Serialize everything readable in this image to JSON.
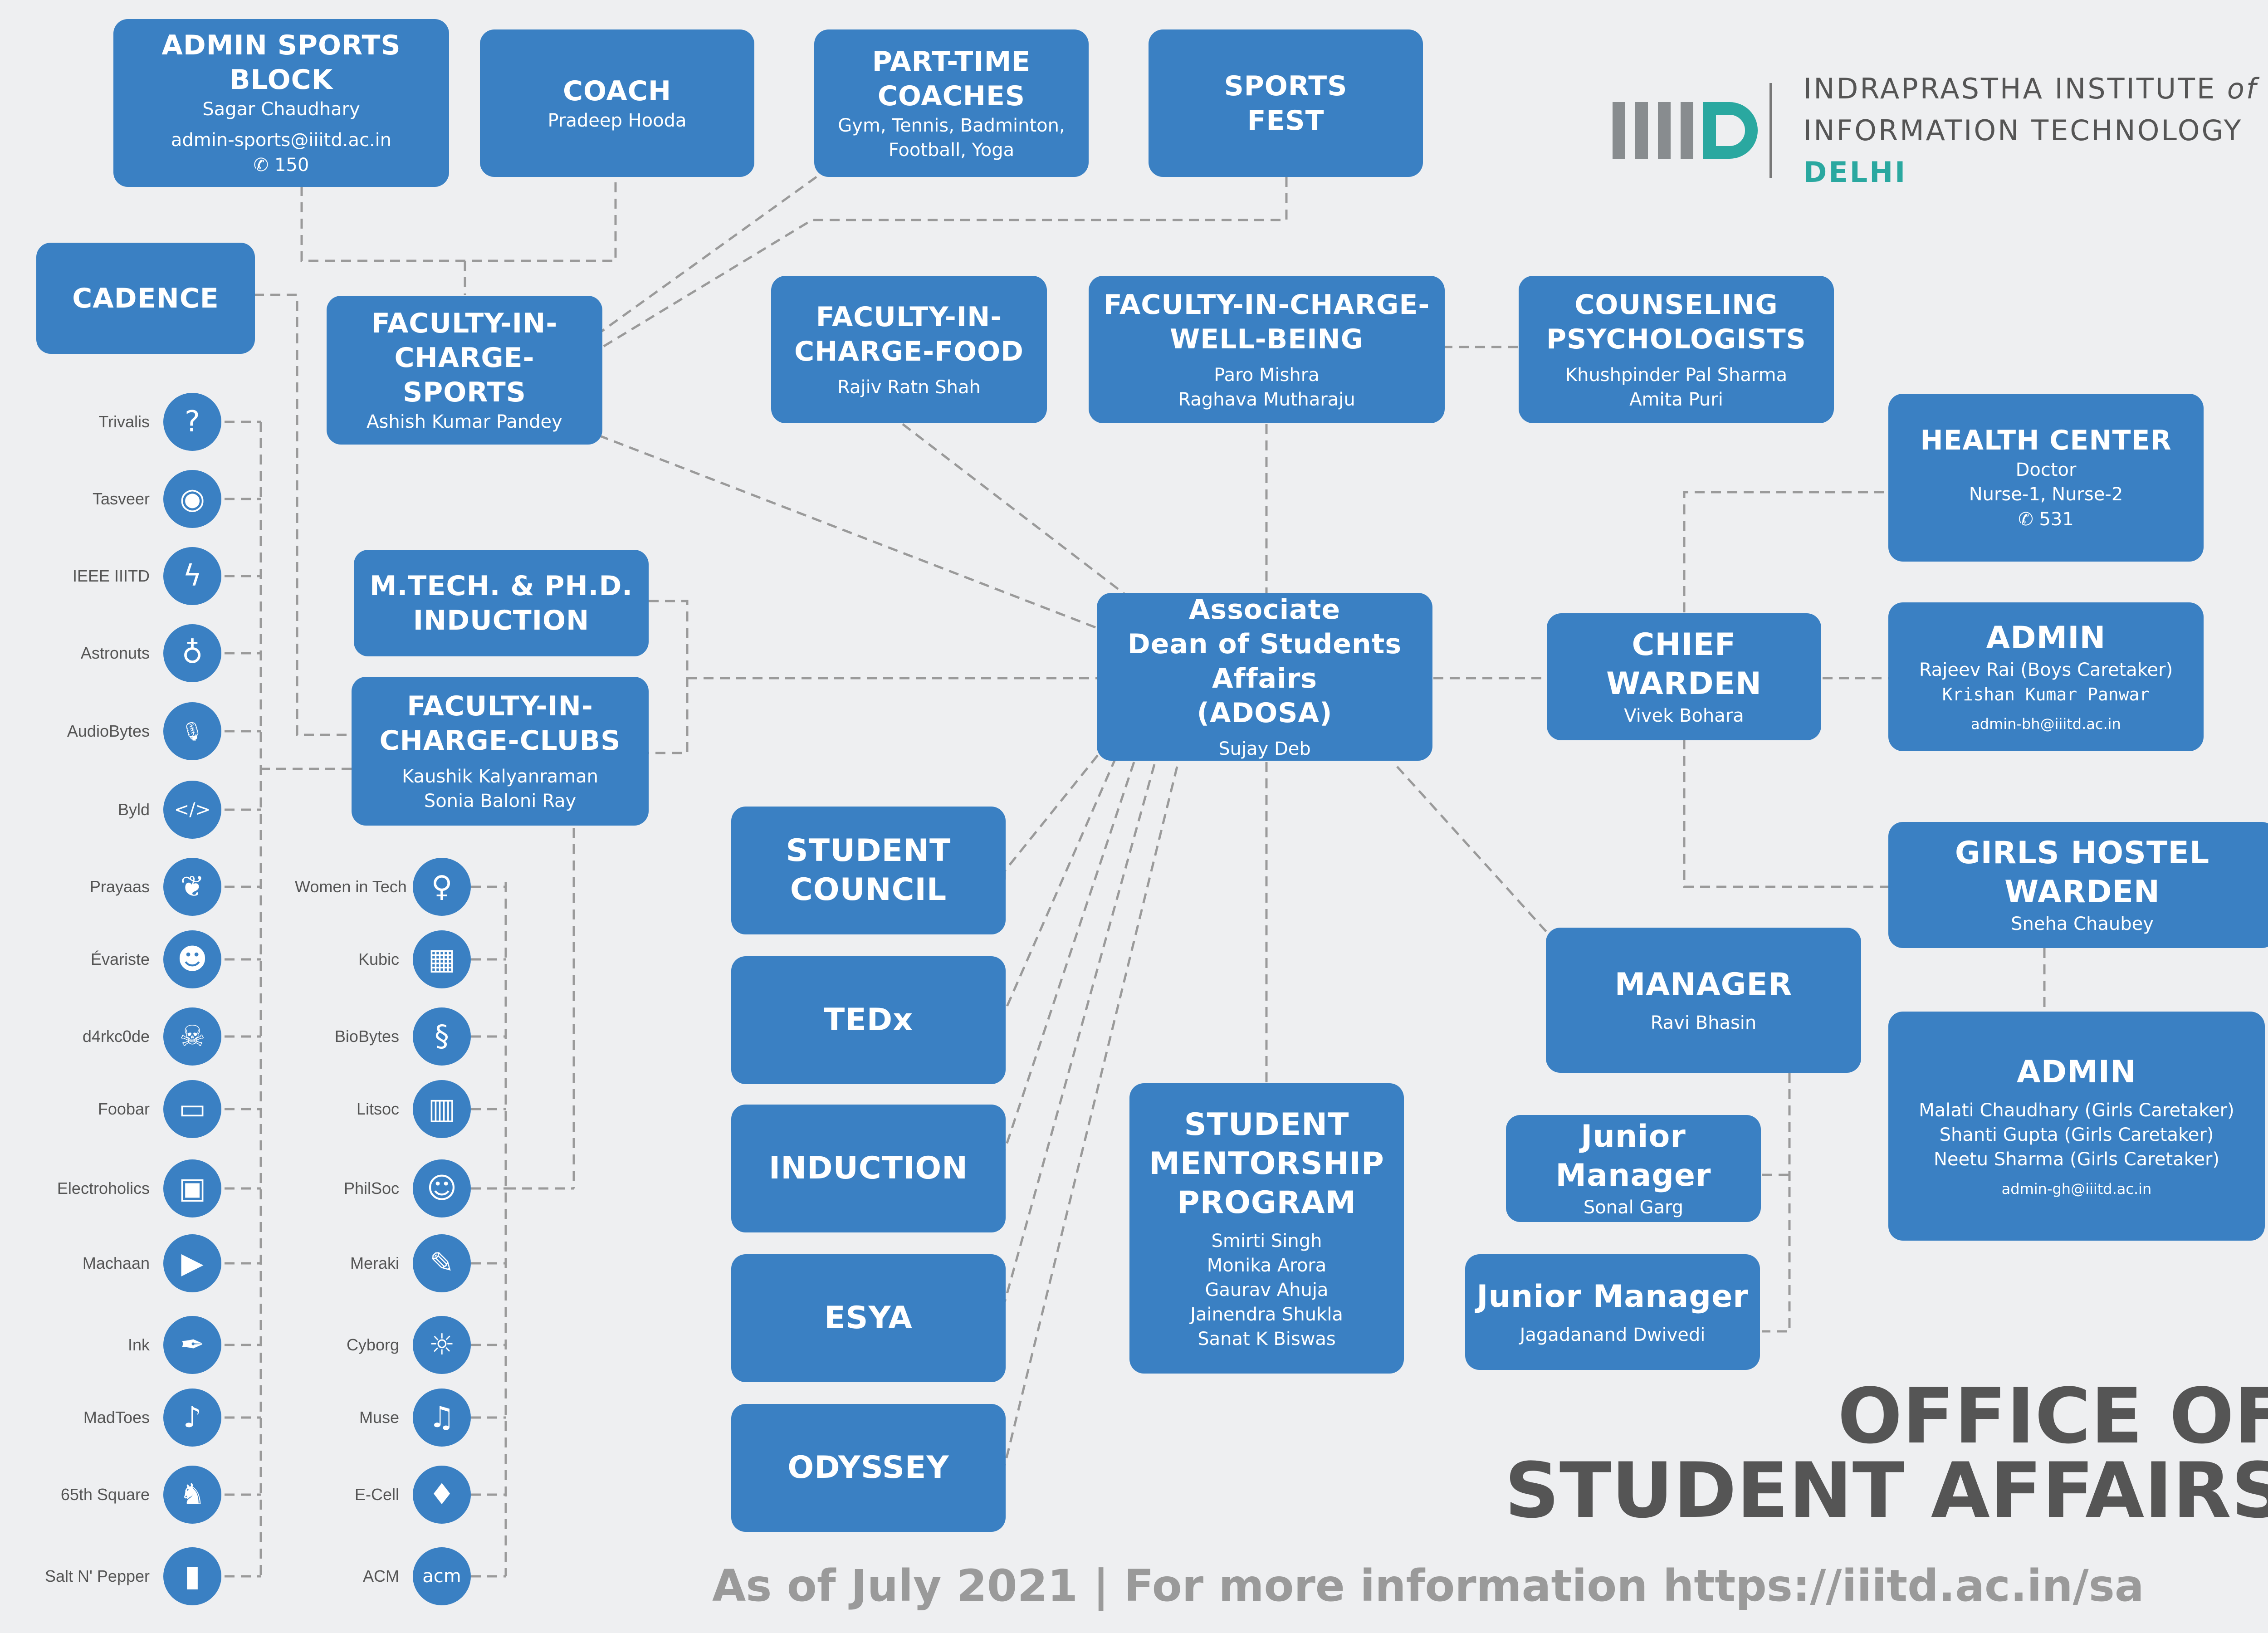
{
  "logo": {
    "line1": "INDRAPRASTHA INSTITUTE ",
    "line1_italic": "of",
    "line2": "INFORMATION TECHNOLOGY ",
    "line2_bold": "DELHI"
  },
  "office_title": "OFFICE OF\nSTUDENT AFFAIRS",
  "footer": "As of July 2021  |  For more information https://iiitd.ac.in/sa",
  "nodes": {
    "admin_sports": {
      "title": "ADMIN SPORTS BLOCK",
      "name": "Sagar Chaudhary",
      "email": "admin-sports@iiitd.ac.in",
      "phone": "150"
    },
    "coach": {
      "title": "COACH",
      "name": "Pradeep Hooda"
    },
    "parttime": {
      "title": "PART-TIME\nCOACHES",
      "name": "Gym, Tennis, Badminton,\nFootball, Yoga"
    },
    "sportsfest": {
      "title": "SPORTS\nFEST"
    },
    "cadence": {
      "title": "CADENCE"
    },
    "fic_sports": {
      "title": "FACULTY-IN-\nCHARGE-SPORTS",
      "name": "Ashish Kumar Pandey"
    },
    "fic_food": {
      "title": "FACULTY-IN-\nCHARGE-FOOD",
      "name": "Rajiv Ratn Shah"
    },
    "fic_wellbeing": {
      "title": "FACULTY-IN-CHARGE-\nWELL-BEING",
      "name": "Paro Mishra\nRaghava Mutharaju"
    },
    "counseling": {
      "title": "COUNSELING\nPSYCHOLOGISTS",
      "name": "Khushpinder Pal Sharma\nAmita Puri"
    },
    "health": {
      "title": "HEALTH CENTER",
      "name": "Doctor\nNurse-1, Nurse-2",
      "phone": "531"
    },
    "mtech": {
      "title": "M.TECH. & PH.D.\nINDUCTION"
    },
    "fic_clubs": {
      "title": "FACULTY-IN-\nCHARGE-CLUBS",
      "name": "Kaushik Kalyanraman\nSonia Baloni Ray"
    },
    "adosa": {
      "title": "Associate\nDean of Students Affairs\n(ADOSA)",
      "name": "Sujay Deb"
    },
    "chief_warden": {
      "title": "CHIEF WARDEN",
      "name": "Vivek Bohara"
    },
    "admin_bh": {
      "title": "ADMIN",
      "name": "Rajeev Rai (Boys Caretaker)",
      "name2": "Krishan Kumar Panwar",
      "email": "admin-bh@iiitd.ac.in"
    },
    "girls_warden": {
      "title": "GIRLS HOSTEL WARDEN",
      "name": "Sneha Chaubey"
    },
    "admin_gh": {
      "title": "ADMIN",
      "name": "Malati Chaudhary (Girls Caretaker)\nShanti Gupta (Girls Caretaker)\nNeetu Sharma (Girls Caretaker)",
      "email": "admin-gh@iiitd.ac.in"
    },
    "manager": {
      "title": "MANAGER",
      "name": "Ravi Bhasin"
    },
    "jr_manager1": {
      "title": "Junior Manager",
      "name": "Sonal Garg"
    },
    "jr_manager2": {
      "title": "Junior Manager",
      "name": "Jagadanand Dwivedi"
    },
    "student_council": {
      "title": "STUDENT\nCOUNCIL"
    },
    "tedx": {
      "title": "TEDx"
    },
    "induction": {
      "title": "INDUCTION"
    },
    "esya": {
      "title": "ESYA"
    },
    "odyssey": {
      "title": "ODYSSEY"
    },
    "mentorship": {
      "title": "STUDENT\nMENTORSHIP\nPROGRAM",
      "name": "Smirti Singh\nMonika Arora\nGaurav Ahuja\nJainendra Shukla\nSanat K Biswas"
    }
  },
  "clubs_left": [
    {
      "label": "Trivalis",
      "icon": "puzzle-icon"
    },
    {
      "label": "Tasveer",
      "icon": "camera-icon"
    },
    {
      "label": "IEEE IIITD",
      "icon": "lightning-icon"
    },
    {
      "label": "Astronuts",
      "icon": "planet-icon"
    },
    {
      "label": "AudioBytes",
      "icon": "microphone-icon"
    },
    {
      "label": "Byld",
      "icon": "code-window-icon"
    },
    {
      "label": "Prayaas",
      "icon": "leaf-icon"
    },
    {
      "label": "Évariste",
      "icon": "group-icon"
    },
    {
      "label": "d4rkc0de",
      "icon": "hacker-icon"
    },
    {
      "label": "Foobar",
      "icon": "monitor-code-icon"
    },
    {
      "label": "Electroholics",
      "icon": "chip-icon"
    },
    {
      "label": "Machaan",
      "icon": "video-camera-icon"
    },
    {
      "label": "Ink",
      "icon": "pen-nib-icon"
    },
    {
      "label": "MadToes",
      "icon": "dancers-icon"
    },
    {
      "label": "65th Square",
      "icon": "chess-knight-icon"
    },
    {
      "label": "Salt N' Pepper",
      "icon": "shaker-icon"
    }
  ],
  "clubs_right": [
    {
      "label": "Women in Tech",
      "icon": "woman-icon"
    },
    {
      "label": "Kubic",
      "icon": "cube-icon"
    },
    {
      "label": "BioBytes",
      "icon": "dna-icon"
    },
    {
      "label": "Litsoc",
      "icon": "book-icon"
    },
    {
      "label": "PhilSoc",
      "icon": "thinker-icon"
    },
    {
      "label": "Meraki",
      "icon": "paintbrush-icon"
    },
    {
      "label": "Cyborg",
      "icon": "robot-icon"
    },
    {
      "label": "Muse",
      "icon": "music-note-icon"
    },
    {
      "label": "E-Cell",
      "icon": "tie-icon"
    },
    {
      "label": "ACM",
      "icon": "acm-icon"
    }
  ],
  "colors": {
    "box": "#3a80c3",
    "background": "#eeeff1",
    "line": "#9a9a9a",
    "teal": "#2aa8a0"
  }
}
